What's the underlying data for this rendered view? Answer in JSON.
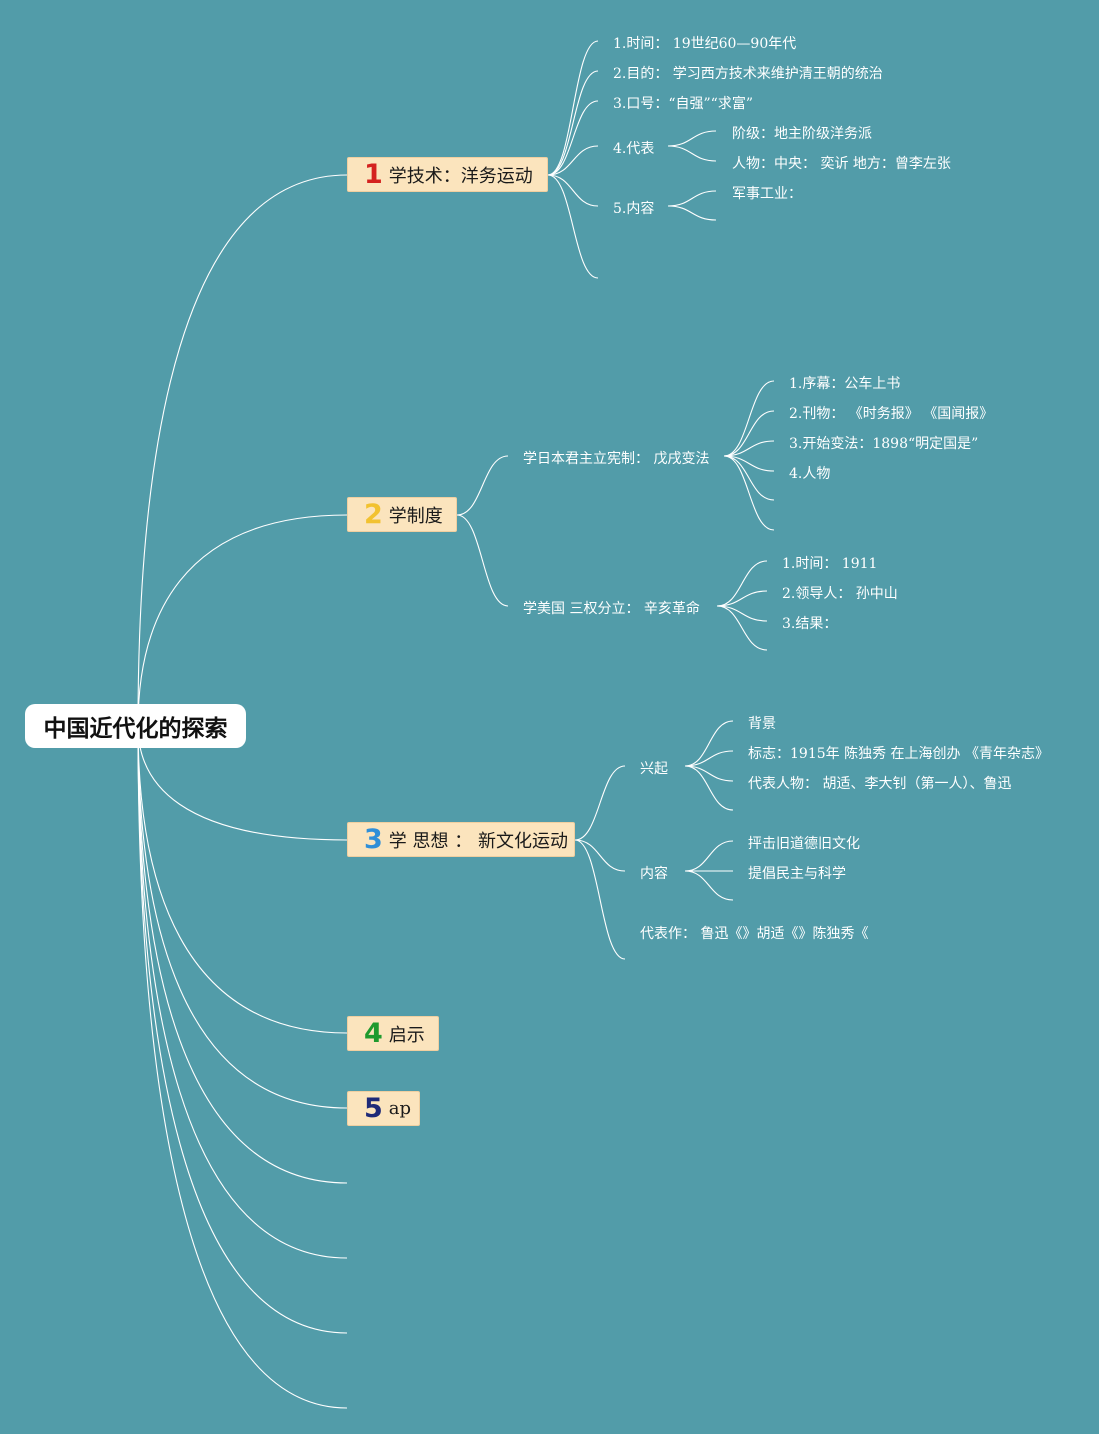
{
  "root": {
    "title": "中国近代化的探索"
  },
  "branches": [
    {
      "num": "1",
      "num_color": "#d4221f",
      "label": "学技术：洋务运动",
      "children": [
        {
          "text": "1.时间：  19世纪60—90年代"
        },
        {
          "text": "2.目的：  学习西方技术来维护清王朝的统治"
        },
        {
          "text": "3.口号：“自强”“求富”"
        },
        {
          "text": "4.代表",
          "children": [
            {
              "text": "阶级：地主阶级洋务派"
            },
            {
              "text": "人物：中央：  奕䜣 地方：曾李左张"
            }
          ]
        },
        {
          "text": "5.内容",
          "children": [
            {
              "text": "军事工业："
            },
            {
              "text": ""
            }
          ]
        },
        {
          "text": ""
        }
      ]
    },
    {
      "num": "2",
      "num_color": "#f2c230",
      "label": "学制度",
      "children": [
        {
          "text": "学日本君主立宪制：  戊戌变法",
          "children": [
            {
              "text": "1.序幕：公车上书"
            },
            {
              "text": "2.刊物：  《时务报》 《国闻报》"
            },
            {
              "text": "3.开始变法：1898“明定国是”"
            },
            {
              "text": "4.人物"
            },
            {
              "text": ""
            },
            {
              "text": ""
            }
          ]
        },
        {
          "text": "学美国 三权分立：  辛亥革命",
          "children": [
            {
              "text": "1.时间：  1911"
            },
            {
              "text": "2.领导人：  孙中山"
            },
            {
              "text": "3.结果："
            },
            {
              "text": ""
            }
          ]
        }
      ]
    },
    {
      "num": "3",
      "num_color": "#2f8fd8",
      "label": "学 思想 ：  新文化运动",
      "children": [
        {
          "text": "兴起",
          "children": [
            {
              "text": "背景"
            },
            {
              "text": "标志：1915年 陈独秀 在上海创办 《青年杂志》"
            },
            {
              "text": "代表人物：  胡适、李大钊（第一人）、鲁迅"
            },
            {
              "text": ""
            }
          ]
        },
        {
          "text": "内容",
          "children": [
            {
              "text": "抨击旧道德旧文化"
            },
            {
              "text": "提倡民主与科学"
            },
            {
              "text": ""
            }
          ]
        },
        {
          "text": "代表作：  鲁迅《》胡适《》陈独秀《"
        }
      ]
    },
    {
      "num": "4",
      "num_color": "#1f9a2e",
      "label": "启示",
      "children": []
    },
    {
      "num": "5",
      "num_color": "#1f2a78",
      "label": "ap",
      "children": []
    }
  ]
}
